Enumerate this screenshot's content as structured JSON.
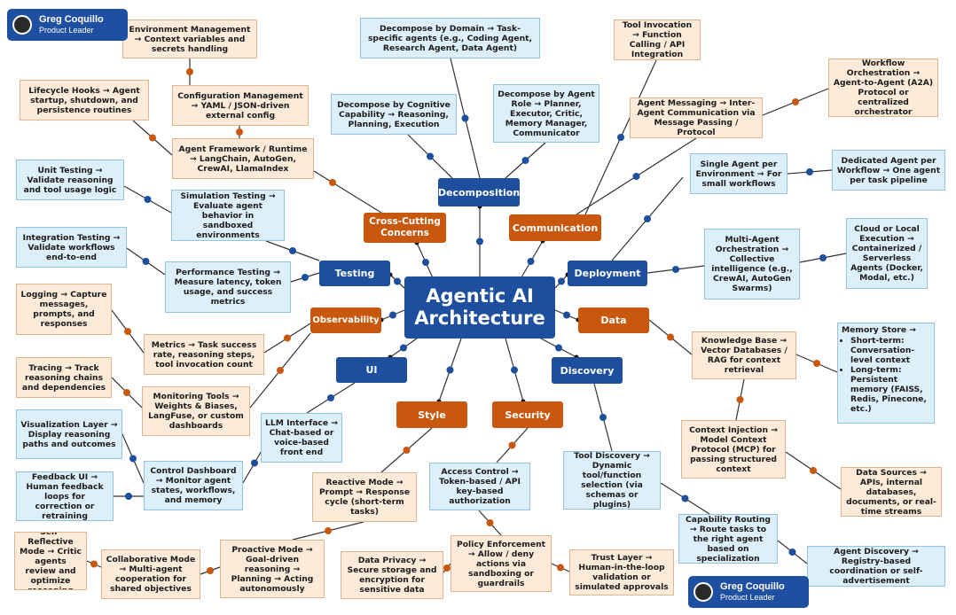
{
  "hub": "Agentic AI Architecture",
  "categories": {
    "decomposition": "Decomposition",
    "communication": "Communication",
    "cross_cutting": "Cross-Cutting Concerns",
    "testing": "Testing",
    "deployment": "Deployment",
    "observability": "Observability",
    "data": "Data",
    "ui": "UI",
    "discovery": "Discovery",
    "style": "Style",
    "security": "Security"
  },
  "nodes": {
    "env_mgmt": "Environment Management → Context variables and secrets handling",
    "decomp_domain": "Decompose by Domain → Task-specific agents (e.g., Coding Agent, Research Agent, Data Agent)",
    "tool_invocation": "Tool Invocation → Function Calling / API Integration",
    "workflow_orch": "Workflow Orchestration → Agent-to-Agent (A2A) Protocol or centralized orchestrator",
    "lifecycle_hooks": "Lifecycle Hooks → Agent startup, shutdown, and persistence routines",
    "config_mgmt": "Configuration Management → YAML / JSON-driven external config",
    "decomp_cognitive": "Decompose by Cognitive Capability → Reasoning, Planning, Execution",
    "decomp_role": "Decompose by Agent Role → Planner, Executor, Critic, Memory Manager, Communicator",
    "agent_messaging": "Agent Messaging → Inter-Agent Communication via Message Passing / Protocol",
    "agent_framework": "Agent Framework / Runtime → LangChain, AutoGen, CrewAI, LlamaIndex",
    "unit_testing": "Unit Testing → Validate reasoning and tool usage logic",
    "single_agent": "Single Agent per Environment → For small workflows",
    "dedicated_agent": "Dedicated Agent per Workflow → One agent per task pipeline",
    "simulation_testing": "Simulation Testing → Evaluate agent behavior in sandboxed environments",
    "integration_testing": "Integration Testing → Validate workflows end-to-end",
    "cloud_local": "Cloud or Local Execution → Containerized / Serverless Agents (Docker, Modal, etc.)",
    "multi_agent": "Multi-Agent Orchestration → Collective intelligence (e.g., CrewAI, AutoGen Swarms)",
    "performance_testing": "Performance Testing → Measure latency, token usage, and success metrics",
    "logging": "Logging → Capture messages, prompts, and responses",
    "memory_store_title": "Memory Store →",
    "memory_short": "Short-term: Conversation-level context",
    "memory_long": "Long-term: Persistent memory (FAISS, Redis, Pinecone, etc.)",
    "knowledge_base": "Knowledge Base → Vector Databases / RAG for context retrieval",
    "metrics": "Metrics → Task success rate, reasoning steps, tool invocation count",
    "tracing": "Tracing → Track reasoning chains and dependencies",
    "monitoring_tools": "Monitoring Tools → Weights & Biases, LangFuse, or custom dashboards",
    "visualization_layer": "Visualization Layer → Display reasoning paths and outcomes",
    "llm_interface": "LLM Interface → Chat-based or voice-based front end",
    "context_injection": "Context Injection → Model Context Protocol (MCP) for passing structured context",
    "control_dashboard": "Control Dashboard → Monitor agent states, workflows, and memory",
    "reactive_mode": "Reactive Mode → Prompt → Response cycle (short-term tasks)",
    "access_control": "Access Control → Token-based / API key-based authorization",
    "tool_discovery": "Tool Discovery → Dynamic tool/function selection (via schemas or plugins)",
    "feedback_ui": "Feedback UI → Human feedback loops for correction or retraining",
    "data_sources": "Data Sources → APIs, internal databases, documents, or real-time streams",
    "capability_routing": "Capability Routing → Route tasks to the right agent based on specialization",
    "self_reflective": "Self-Reflective Mode → Critic agents review and optimize reasoning",
    "collaborative_mode": "Collaborative Mode → Multi-agent cooperation for shared objectives",
    "proactive_mode": "Proactive Mode → Goal-driven reasoning → Planning → Acting autonomously",
    "data_privacy": "Data Privacy → Secure storage and encryption for sensitive data",
    "policy_enforcement": "Policy Enforcement → Allow / deny actions via sandboxing or guardrails",
    "trust_layer": "Trust Layer → Human-in-the-loop validation or simulated approvals",
    "agent_discovery": "Agent Discovery → Registry-based coordination or self-advertisement"
  },
  "author": {
    "name": "Greg Coquillo",
    "role": "Product Leader"
  },
  "colors": {
    "navy": "#1d4f9e",
    "orange": "#c9580f",
    "peach_bg": "#fdebd9",
    "blue_bg": "#ddeffa",
    "line": "#333333"
  }
}
